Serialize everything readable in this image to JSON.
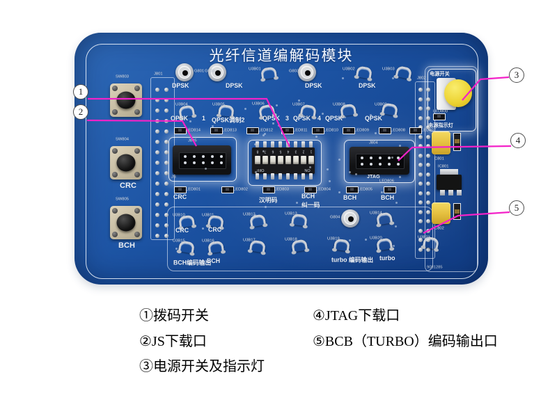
{
  "figure": {
    "accent_color": "#f322c8",
    "board": {
      "title": "光纤信道编解码模块",
      "serial": "9081285",
      "colors": {
        "pcb_blue": "#1c53a3",
        "silkscreen": "#edf3fa",
        "power_button_yellow": "#f0d93c"
      },
      "buttons": [
        {
          "id": "SW803",
          "sub": ""
        },
        {
          "id": "SW804",
          "sub": "CRC"
        },
        {
          "id": "SW805",
          "sub": "BCH"
        }
      ],
      "headers": [
        {
          "id": "J801"
        },
        {
          "id": "J802"
        }
      ],
      "rca": [
        "G801",
        "G802",
        "G803",
        "G804"
      ],
      "dpsk": [
        "DPSK",
        "DPSK",
        "DPSK",
        "DPSK"
      ],
      "qpsk": [
        "QPSK",
        "1",
        "QPSK调制2",
        "QPSK",
        "3",
        "QPSK",
        "4",
        "QPSK",
        "QPSK"
      ],
      "leds_top": [
        "LED814",
        "LED813",
        "LED812",
        "LED811",
        "LED810",
        "LED809",
        "LED808",
        "LED807"
      ],
      "leds_mid": [
        "LED801",
        "LED802",
        "LED803",
        "LED804",
        "LED805",
        "LED806"
      ],
      "mid_labels": [
        "CRC",
        "汉明码",
        "BCH",
        "纠一码",
        "BCH",
        "BCH"
      ],
      "row3_labels": [
        "CRC",
        "CRC"
      ],
      "bottom_labels": [
        "BCH编码输出",
        "BCH",
        "turbo 编码输出",
        "turbo"
      ],
      "test_points": [
        "U3B01",
        "U3B02",
        "U3B03",
        "U3B04",
        "U3B05",
        "U3B06",
        "U3B07",
        "U3B08",
        "U3B09",
        "U3B10",
        "U3B11",
        "U3B12",
        "U3B13",
        "U3B14",
        "U3B15",
        "U3B16",
        "U3B17",
        "U3B18",
        "U3B19",
        "U3B20",
        "U3B21"
      ],
      "connectors": {
        "j805": {
          "id": "J805",
          "sub": "JS"
        },
        "j804": {
          "id": "J804",
          "sub": "JTAG"
        },
        "dip": {
          "numbers": [
            "1",
            "2",
            "3",
            "4",
            "5",
            "6",
            "7",
            "8"
          ],
          "on": "ON",
          "off": "OFF"
        }
      },
      "power": {
        "switch_label": "电源开关",
        "led": "LED800",
        "indicator_label": "电源指示灯"
      },
      "parts": {
        "c801": "C801",
        "ic801": "IC801",
        "c802": "C802"
      }
    },
    "callouts": [
      "1",
      "2",
      "3",
      "4",
      "5"
    ],
    "legend": [
      "①拨码开关",
      "②JS下载口",
      "③电源开关及指示灯",
      "④JTAG下载口",
      "⑤BCB（TURBO）编码输出口"
    ]
  }
}
